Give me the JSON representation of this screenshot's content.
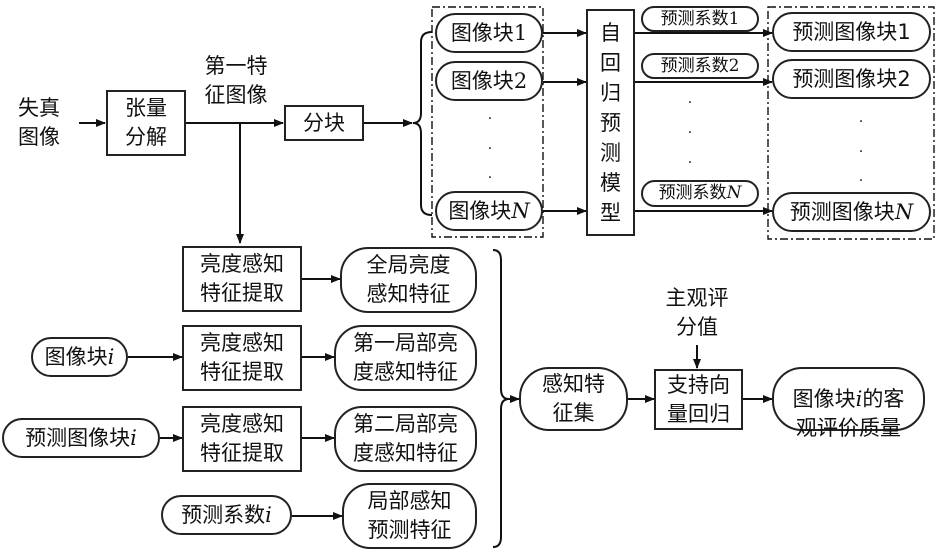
{
  "diagram": {
    "input_image": "失真\n图像",
    "tensor_decomposition": "张量\n分解",
    "first_feature_image": "第一特\n征图像",
    "blocking": "分块",
    "image_blocks": [
      {
        "prefix": "图像块",
        "index": "1"
      },
      {
        "prefix": "图像块",
        "index": "2"
      },
      {
        "prefix": "图像块",
        "index": "N"
      }
    ],
    "ellipsis": "·",
    "ar_model": "自\n回\n归\n预\n测\n模\n型",
    "prediction_coefficients": [
      {
        "prefix": "预测系数 ",
        "index": "1"
      },
      {
        "prefix": "预测系数 ",
        "index": "2"
      },
      {
        "prefix": "预测系数 ",
        "index": "N"
      }
    ],
    "predicted_blocks": [
      {
        "prefix": "预测图像块",
        "index": "1"
      },
      {
        "prefix": "预测图像块",
        "index": "2"
      },
      {
        "prefix": "预测图像块",
        "index": "N"
      }
    ],
    "feature_extraction": [
      "亮度感知\n特征提取",
      "亮度感知\n特征提取",
      "亮度感知\n特征提取"
    ],
    "block_i": {
      "prefix": "图像块",
      "index": "i"
    },
    "predicted_block_i": {
      "prefix": "预测图像块",
      "index": "i"
    },
    "coefficient_i": {
      "prefix": "预测系数 ",
      "index": "i"
    },
    "features": [
      "全局亮度\n感知特征",
      "第一局部亮\n度感知特征",
      "第二局部亮\n度感知特征",
      "局部感知\n预测特征"
    ],
    "feature_set": "感知特\n征集",
    "subjective_score": "主观评\n分值",
    "svr": "支持向\n量回归",
    "output_prefix": "图像块",
    "output_index": "i",
    "output_suffix": "的客\n观评价质量"
  }
}
